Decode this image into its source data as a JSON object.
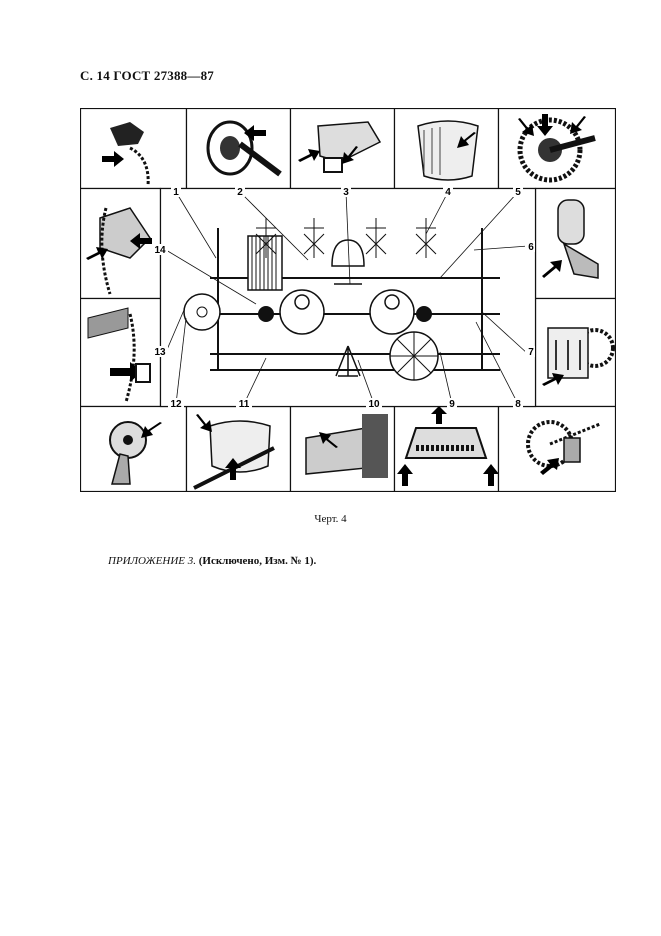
{
  "header": {
    "text": "С. 14 ГОСТ 27388—87"
  },
  "figure": {
    "callouts": [
      "1",
      "2",
      "3",
      "4",
      "5",
      "6",
      "7",
      "8",
      "9",
      "10",
      "11",
      "12",
      "13",
      "14"
    ]
  },
  "caption": {
    "text": "Черт. 4"
  },
  "appendix": {
    "label": "ПРИЛОЖЕНИЕ 3.",
    "note": "(Исключено, Изм. № 1)."
  }
}
